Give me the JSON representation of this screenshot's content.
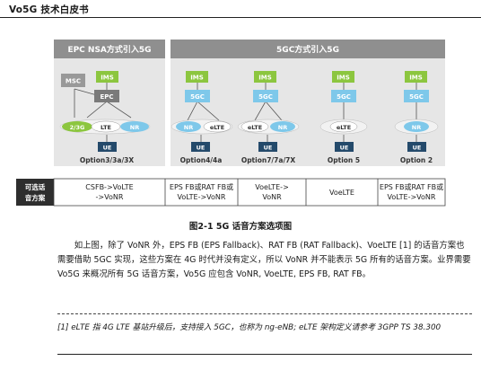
{
  "header": {
    "title": "Vo5G 技术白皮书"
  },
  "figure": {
    "left_title": "EPC NSA方式引入5G",
    "right_title": "5GC方式引入5G",
    "nodes": {
      "msc": "MSC",
      "ims": "IMS",
      "epc": "EPC",
      "fivegc": "5GC",
      "g23": "2/3G",
      "lte": "LTE",
      "nr": "NR",
      "elte": "eLTE",
      "ue": "UE"
    },
    "options": [
      "Option3/3a/3X",
      "Option4/4a",
      "Option7/7a/7X",
      "Option 5",
      "Option 2"
    ],
    "table": {
      "row_header": "可选话音方案",
      "cells": [
        "CSFB->VoLTE ->VoNR",
        "EPS FB或RAT FB或 VoLTE->VoNR",
        "VoeLTE-> VoNR",
        "VoeLTE",
        "EPS FB或RAT FB或 VoLTE->VoNR"
      ]
    },
    "caption": "图2-1 5G 话音方案选项图"
  },
  "body_paragraph": "如上图，除了 VoNR 外，EPS FB (EPS Fallback)、RAT FB (RAT Fallback)、VoeLTE [1] 的话音方案也需要借助 5GC 实现，这些方案在 4G 时代并没有定义，所以 VoNR 并不能表示 5G 所有的话音方案。业界需要 Vo5G 来概况所有 5G 话音方案，Vo5G 应包含 VoNR, VoeLTE, EPS FB, RAT FB。",
  "footnote": "[1] eLTE 指 4G LTE 基站升级后，支持接入 5GC，也称为 ng-eNB; eLTE 架构定义请参考 3GPP TS 38.300",
  "colors": {
    "ims_green": "#8cc63f",
    "core_blue": "#7ec8ea",
    "title_bar": "#8f8f8f",
    "panel_gray": "#e6e6e6",
    "ue_navy": "#244a6b",
    "table_dark": "#2e2e2e"
  }
}
